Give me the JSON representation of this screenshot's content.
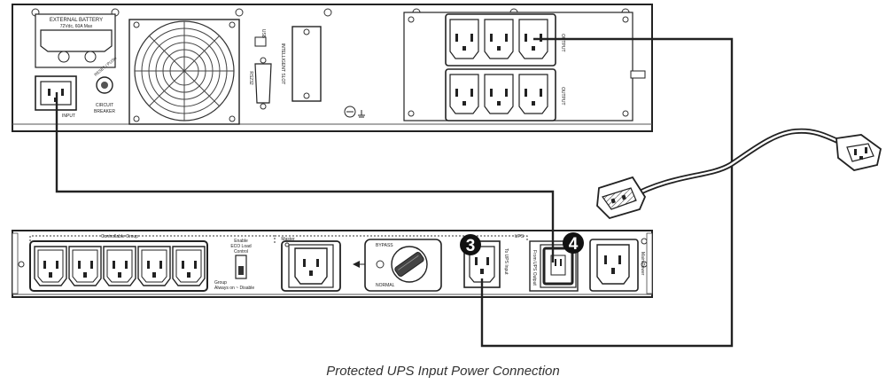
{
  "caption": "Protected UPS Input Power Connection",
  "ups": {
    "battery_label_1": "EXTERNAL BATTERY",
    "battery_label_2": "72Vdc, 60A Max",
    "usb_label": "USB",
    "rs232_label": "RS232",
    "slot_label": "INTELLIGENT SLOT",
    "breaker_label_1": "CIRCUIT",
    "breaker_label_2": "BREAKER",
    "reset_label": "RESET / PUSH",
    "input_label": "INPUT",
    "output_label": "OUTPUT"
  },
  "pdu": {
    "controlled_label": "Controllable Group",
    "master_label": "Master",
    "eco_label_1": "Enable",
    "eco_label_2": "ECO Load",
    "eco_label_3": "Control",
    "group_label_1": "Group",
    "group_label_2": "Always on ~ Disable",
    "bypass_label": "BYPASS",
    "normal_label": "NORMAL",
    "ups_label": "UPS",
    "to_ups_input_label": "To UPS Input",
    "from_ups_output_label": "From UPS Output",
    "main_power_label": "Main Power",
    "callout_3": "3",
    "callout_4": "4"
  }
}
